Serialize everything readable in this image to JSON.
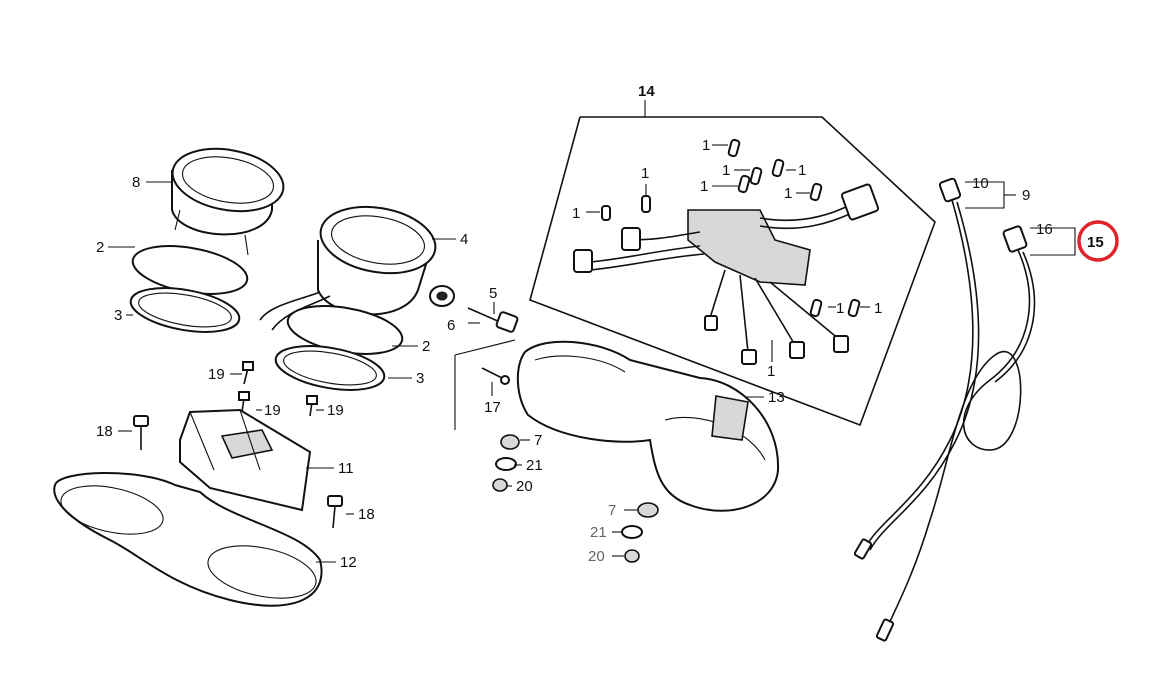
{
  "callouts": {
    "l14": "14",
    "l1a": "1",
    "l1b": "1",
    "l1c": "1",
    "l1d": "1",
    "l1e": "1",
    "l1f": "1",
    "l1g": "1",
    "l1h": "1",
    "l1i": "1",
    "l1j": "1",
    "l8": "8",
    "l2a": "2",
    "l3a": "3",
    "l4": "4",
    "l5": "5",
    "l6": "6",
    "l2b": "2",
    "l3b": "3",
    "l10": "10",
    "l9": "9",
    "l16": "16",
    "l15": "15",
    "l19a": "19",
    "l19b": "19",
    "l19c": "19",
    "l17": "17",
    "l13": "13",
    "l18a": "18",
    "l11": "11",
    "l7a": "7",
    "l21a": "21",
    "l20a": "20",
    "l18b": "18",
    "l7b": "7",
    "l21b": "21",
    "l20b": "20",
    "l12": "12"
  },
  "colors": {
    "highlight": "#e0222b",
    "ink": "#111111",
    "muted": "#666666"
  }
}
